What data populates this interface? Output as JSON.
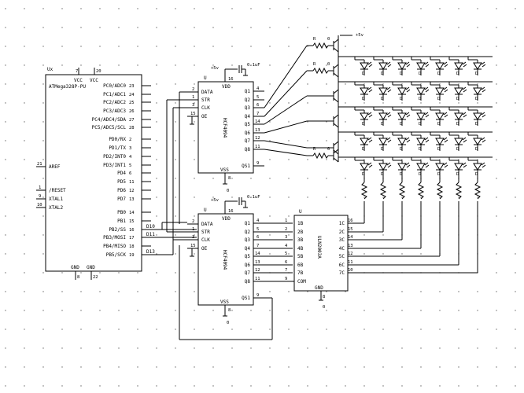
{
  "mcu": {
    "ref": "Ux",
    "part": "ATMega328P-PU",
    "vcc_label": "VCC",
    "vcc_pins": [
      "7",
      "20"
    ],
    "gnd_label": "GND",
    "gnd_pins": [
      "8",
      "22"
    ],
    "left_pins": [
      {
        "name": "AREF",
        "num": "21"
      },
      {
        "name": "/RESET",
        "num": "1"
      },
      {
        "name": "XTAL1",
        "num": "9"
      },
      {
        "name": "XTAL2",
        "num": "10"
      }
    ],
    "right_pins": [
      {
        "name": "PC0/ADC0",
        "num": "23"
      },
      {
        "name": "PC1/ADC1",
        "num": "24"
      },
      {
        "name": "PC2/ADC2",
        "num": "25"
      },
      {
        "name": "PC3/ADC3",
        "num": "26"
      },
      {
        "name": "PC4/ADC4/SDA",
        "num": "27"
      },
      {
        "name": "PC5/ADC5/SCL",
        "num": "28"
      },
      {
        "name": "PD0/RX",
        "num": "2"
      },
      {
        "name": "PD1/TX",
        "num": "3"
      },
      {
        "name": "PD2/INT0",
        "num": "4"
      },
      {
        "name": "PD3/INT1",
        "num": "5"
      },
      {
        "name": "PD4",
        "num": "6"
      },
      {
        "name": "PD5",
        "num": "11"
      },
      {
        "name": "PD6",
        "num": "12"
      },
      {
        "name": "PD7",
        "num": "13"
      },
      {
        "name": "PB0",
        "num": "14"
      },
      {
        "name": "PB1",
        "num": "15"
      },
      {
        "name": "PB2/SS",
        "num": "16"
      },
      {
        "name": "PB3/MOSI",
        "num": "17"
      },
      {
        "name": "PB4/MISO",
        "num": "18"
      },
      {
        "name": "PB5/SCK",
        "num": "19"
      }
    ]
  },
  "nets": {
    "d10": "D10",
    "d11": "D11",
    "d13": "D13"
  },
  "sr1": {
    "ref": "U",
    "part": "HCF4094",
    "vdd": "VDD",
    "vdd_pin": "16",
    "vss": "VSS",
    "vss_pin": "8",
    "left_pins": [
      {
        "name": "DATA",
        "num": "2"
      },
      {
        "name": "STR",
        "num": "1"
      },
      {
        "name": "CLK",
        "num": "3"
      },
      {
        "name": "OE",
        "num": "15"
      }
    ],
    "right_pins": [
      {
        "name": "Q1",
        "num": "4"
      },
      {
        "name": "Q2",
        "num": "5"
      },
      {
        "name": "Q3",
        "num": "6"
      },
      {
        "name": "Q4",
        "num": "7"
      },
      {
        "name": "Q5",
        "num": "14"
      },
      {
        "name": "Q6",
        "num": "13"
      },
      {
        "name": "Q7",
        "num": "12"
      },
      {
        "name": "Q8",
        "num": "11"
      },
      {
        "name": "QS1",
        "num": "9"
      }
    ]
  },
  "sr2": {
    "ref": "U",
    "part": "HCF4094",
    "vdd": "VDD",
    "vdd_pin": "16",
    "vss": "VSS",
    "vss_pin": "8",
    "left_pins": [
      {
        "name": "DATA",
        "num": "2"
      },
      {
        "name": "STR",
        "num": "1"
      },
      {
        "name": "CLK",
        "num": "3"
      },
      {
        "name": "OE",
        "num": "15"
      }
    ],
    "right_pins": [
      {
        "name": "Q1",
        "num": "4"
      },
      {
        "name": "Q2",
        "num": "5"
      },
      {
        "name": "Q3",
        "num": "6"
      },
      {
        "name": "Q4",
        "num": "7"
      },
      {
        "name": "Q5",
        "num": "14"
      },
      {
        "name": "Q6",
        "num": "13"
      },
      {
        "name": "Q7",
        "num": "12"
      },
      {
        "name": "Q8",
        "num": "11"
      },
      {
        "name": "QS1",
        "num": "9"
      }
    ]
  },
  "driver": {
    "ref": "U",
    "part": "ULN2003A",
    "gnd": "GND",
    "gnd_pin": "8",
    "left_pins": [
      {
        "name": "1B",
        "num": "1"
      },
      {
        "name": "2B",
        "num": "2"
      },
      {
        "name": "3B",
        "num": "3"
      },
      {
        "name": "4B",
        "num": "4"
      },
      {
        "name": "5B",
        "num": "5"
      },
      {
        "name": "6B",
        "num": "6"
      },
      {
        "name": "7B",
        "num": "7"
      },
      {
        "name": "COM",
        "num": "9"
      }
    ],
    "right_pins": [
      {
        "name": "1C",
        "num": "16"
      },
      {
        "name": "2C",
        "num": "15"
      },
      {
        "name": "3C",
        "num": "14"
      },
      {
        "name": "4C",
        "num": "13"
      },
      {
        "name": "5C",
        "num": "12"
      },
      {
        "name": "6C",
        "num": "11"
      },
      {
        "name": "7C",
        "num": "10"
      }
    ]
  },
  "power": {
    "plus5": "+5v",
    "cap": "0.1uF",
    "gnd_num": "0"
  },
  "parts": {
    "res": "R",
    "res_val": "0",
    "led": "D"
  }
}
